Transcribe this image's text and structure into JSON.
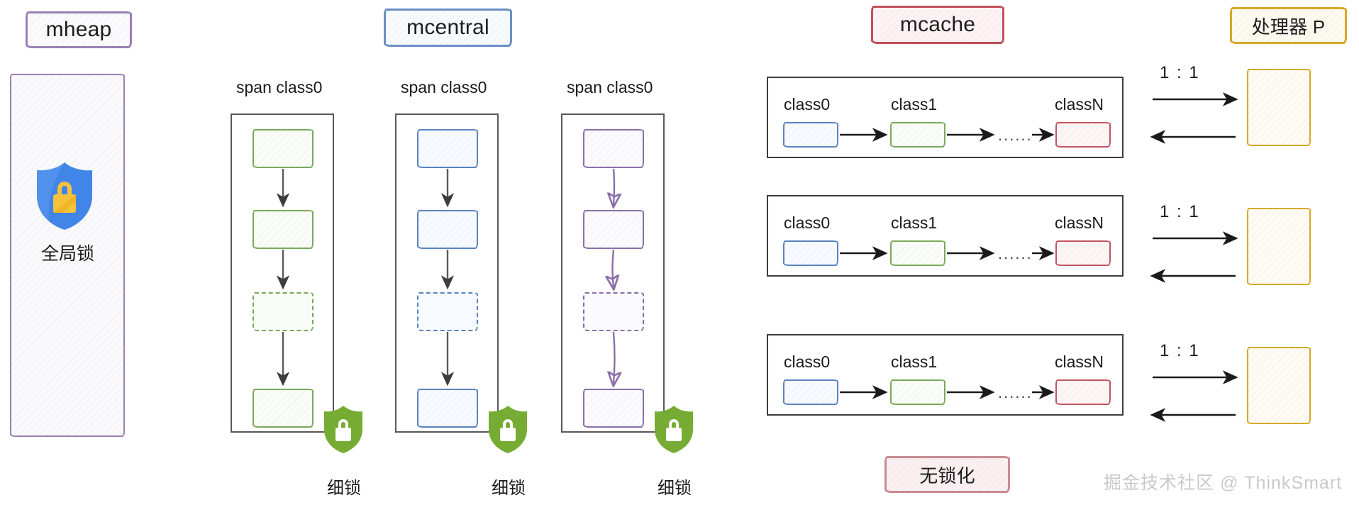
{
  "diagram": {
    "title_boxes": {
      "mheap": "mheap",
      "mcentral": "mcentral",
      "mcache": "mcache",
      "processor": "处理器 P",
      "lockfree": "无锁化"
    },
    "mheap": {
      "lock_label": "全局锁",
      "shield_icon": "blue-shield-lock-icon",
      "border_color": "#9a7fb5"
    },
    "mcentral": {
      "columns": [
        {
          "header": "span class0",
          "color": "#7aa95c",
          "cells": [
            "solid",
            "solid",
            "dashed",
            "solid"
          ],
          "lock_label": "细锁",
          "shield_icon": "green-shield-lock-icon"
        },
        {
          "header": "span class0",
          "color": "#5a83bd",
          "cells": [
            "solid",
            "solid",
            "dashed",
            "solid"
          ],
          "lock_label": "细锁",
          "shield_icon": "green-shield-lock-icon"
        },
        {
          "header": "span class0",
          "color": "#8a6fa8",
          "cells": [
            "solid",
            "solid",
            "dashed",
            "solid"
          ],
          "lock_label": "细锁",
          "shield_icon": "green-shield-lock-icon"
        }
      ]
    },
    "mcache": {
      "rows": [
        {
          "classes": [
            "class0",
            "class1",
            "classN"
          ],
          "colors": [
            "#5a83bd",
            "#7aa95c",
            "#c0565f"
          ],
          "ellipsis": "......",
          "ratio": "1 : 1"
        },
        {
          "classes": [
            "class0",
            "class1",
            "classN"
          ],
          "colors": [
            "#5a83bd",
            "#7aa95c",
            "#c0565f"
          ],
          "ellipsis": "......",
          "ratio": "1 : 1"
        },
        {
          "classes": [
            "class0",
            "class1",
            "classN"
          ],
          "colors": [
            "#5a83bd",
            "#7aa95c",
            "#c0565f"
          ],
          "ellipsis": "......",
          "ratio": "1 : 1"
        }
      ],
      "processor_color": "#d9a829"
    },
    "watermark": "掘金技术社区 @ ThinkSmart"
  }
}
